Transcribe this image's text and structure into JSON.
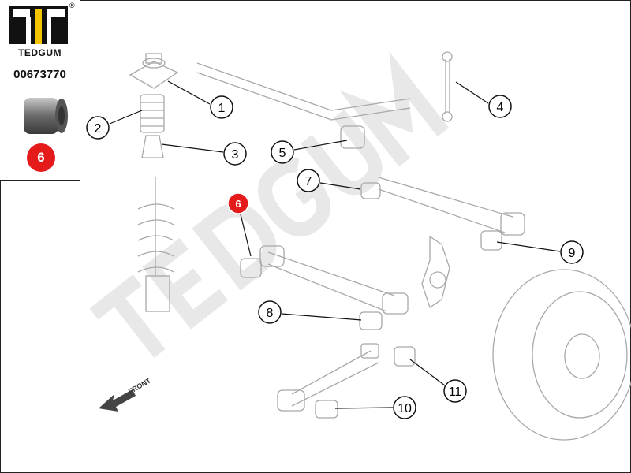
{
  "brand": {
    "name": "TEDGUM",
    "registered": "®"
  },
  "part_number": "00673770",
  "selected_position": "6",
  "watermark": "TEDGUM",
  "front_label": "FRONT",
  "callouts": [
    {
      "label": "1"
    },
    {
      "label": "2"
    },
    {
      "label": "3"
    },
    {
      "label": "4"
    },
    {
      "label": "5"
    },
    {
      "label": "6",
      "highlight": true
    },
    {
      "label": "7"
    },
    {
      "label": "8"
    },
    {
      "label": "9"
    },
    {
      "label": "10"
    },
    {
      "label": "11"
    }
  ],
  "colors": {
    "highlight": "#e51b1b",
    "logo_yellow": "#f5c400",
    "line": "#999999"
  }
}
